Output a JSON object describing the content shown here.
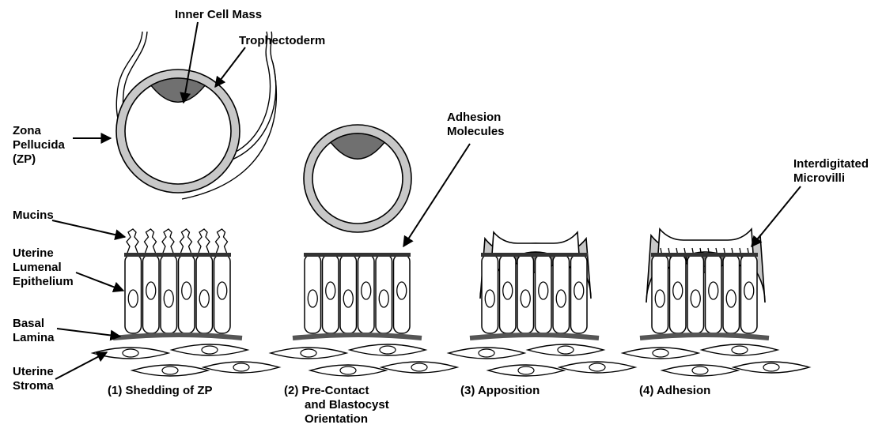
{
  "labels": {
    "inner_cell_mass": "Inner Cell Mass",
    "trophectoderm": "Trophectoderm",
    "zona_line1": "Zona",
    "zona_line2": "Pellucida",
    "zona_line3": "(ZP)",
    "mucins": "Mucins",
    "ule_line1": "Uterine",
    "ule_line2": "Lumenal",
    "ule_line3": "Epithelium",
    "basal_line1": "Basal",
    "basal_line2": "Lamina",
    "stroma_line1": "Uterine",
    "stroma_line2": "Stroma",
    "adhesion_line1": "Adhesion",
    "adhesion_line2": "Molecules",
    "microvilli_line1": "Interdigitated",
    "microvilli_line2": "Microvilli"
  },
  "stages": [
    {
      "caption": "(1) Shedding of ZP"
    },
    {
      "caption_line1": "(2) Pre-Contact",
      "caption_line2": "and Blastocyst",
      "caption_line3": "Orientation"
    },
    {
      "caption": "(3) Apposition"
    },
    {
      "caption": "(4) Adhesion"
    }
  ],
  "colors": {
    "trophectoderm": "#c8c8c8",
    "inner_cell_mass": "#707070",
    "basal_lamina": "#555555",
    "outline": "#000000"
  }
}
